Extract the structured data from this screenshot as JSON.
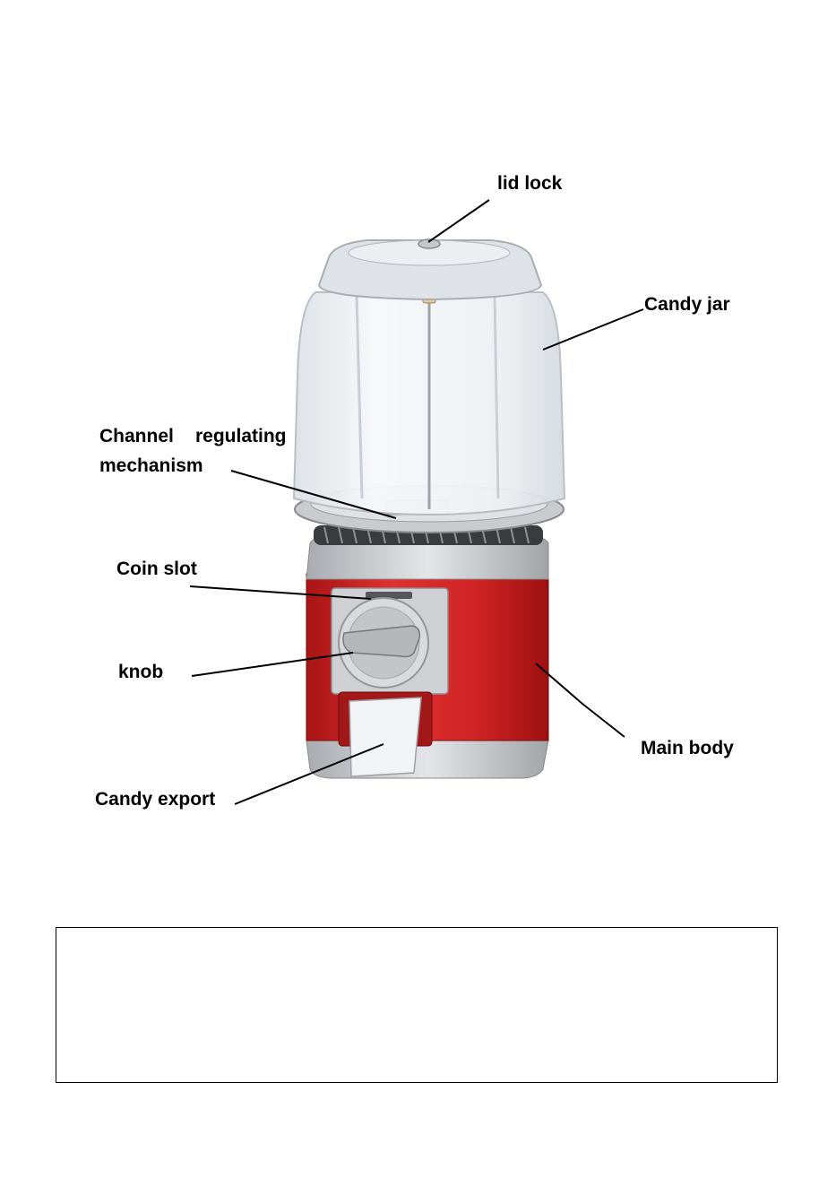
{
  "labels": {
    "lid_lock": "lid lock",
    "candy_jar": "Candy jar",
    "channel_line1": "Channel",
    "channel_line2": "regulating",
    "channel_line3": "mechanism",
    "coin_slot": "Coin slot",
    "knob": "knob",
    "main_body": "Main body",
    "candy_export": "Candy export"
  },
  "colors": {
    "body_red": "#d42a2a",
    "trim_silver": "#c8c8cc",
    "jar_clear": "#eef1f4"
  },
  "notice_box": {
    "text": ""
  }
}
